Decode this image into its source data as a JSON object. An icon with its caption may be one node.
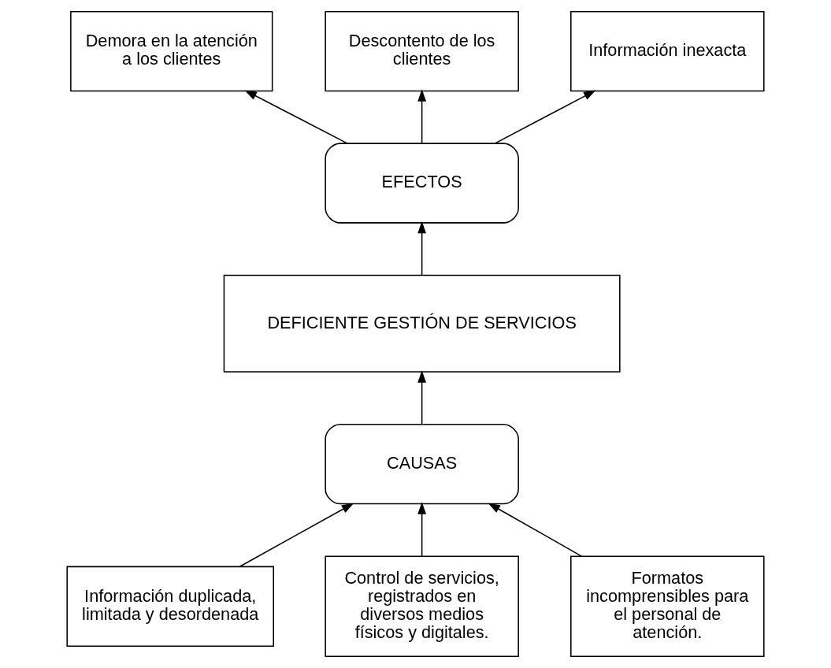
{
  "diagram": {
    "nodes": [
      {
        "text": [
          "Demora en la atención a los clientes"
        ]
      },
      {
        "text": [
          "Descontento de los clientes"
        ]
      },
      {
        "text": [
          "Información inexacta"
        ]
      },
      {
        "text": [
          "EFECTOS"
        ]
      },
      {
        "text": [
          "DEFICIENTE GESTIÓN DE SERVICIOS"
        ]
      },
      {
        "text": [
          "CAUSAS"
        ]
      },
      {
        "text": [
          "Información duplicada, limitada y desordenada"
        ]
      },
      {
        "text": [
          "Control de servicios, registrados en diversos medios físicos y digitales."
        ]
      },
      {
        "text": [
          "Formatos incomprensibles para el personal de atención."
        ]
      }
    ],
    "edges": [
      {
        "from": 3,
        "to": 0,
        "arrow": "to"
      },
      {
        "from": 3,
        "to": 1,
        "arrow": "to"
      },
      {
        "from": 3,
        "to": 2,
        "arrow": "to"
      },
      {
        "from": 4,
        "to": 3,
        "arrow": "to"
      },
      {
        "from": 5,
        "to": 4,
        "arrow": "to"
      },
      {
        "from": 6,
        "to": 5,
        "arrow": "to"
      },
      {
        "from": 7,
        "to": 5,
        "arrow": "to"
      },
      {
        "from": 8,
        "to": 5,
        "arrow": "to"
      }
    ]
  }
}
